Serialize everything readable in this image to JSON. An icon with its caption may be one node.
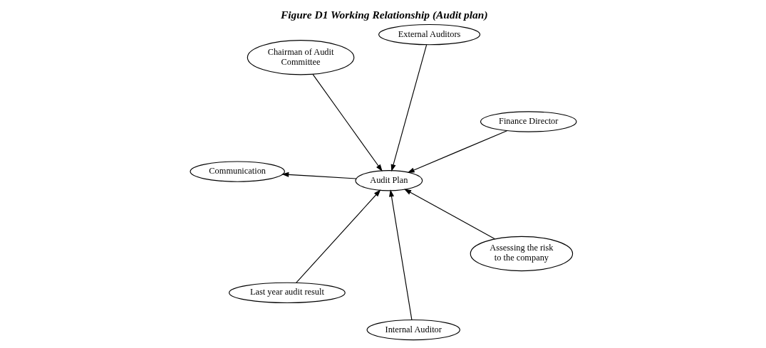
{
  "diagram": {
    "title": "Figure D1 Working Relationship (Audit plan)",
    "nodes": [
      {
        "text": [
          "Communication"
        ]
      },
      {
        "text": [
          "Finance Director"
        ]
      },
      {
        "text": [
          "Internal Auditor"
        ]
      },
      {
        "text": [
          "External Auditors"
        ]
      },
      {
        "text": [
          "Audit Plan"
        ]
      },
      {
        "text": [
          "Chairman of Audit Committee"
        ]
      },
      {
        "text": [
          "Last year audit result"
        ]
      },
      {
        "text": [
          "Assessing the risk to the company"
        ]
      }
    ],
    "edges": [
      {
        "from": 4,
        "to": 0,
        "arrow": "to"
      },
      {
        "from": 1,
        "to": 4,
        "arrow": "to"
      },
      {
        "from": 2,
        "to": 4,
        "arrow": "to"
      },
      {
        "from": 3,
        "to": 4,
        "arrow": "to"
      },
      {
        "from": 5,
        "to": 4,
        "arrow": "to"
      },
      {
        "from": 6,
        "to": 4,
        "arrow": "to"
      },
      {
        "from": 7,
        "to": 4,
        "arrow": "to"
      }
    ]
  }
}
